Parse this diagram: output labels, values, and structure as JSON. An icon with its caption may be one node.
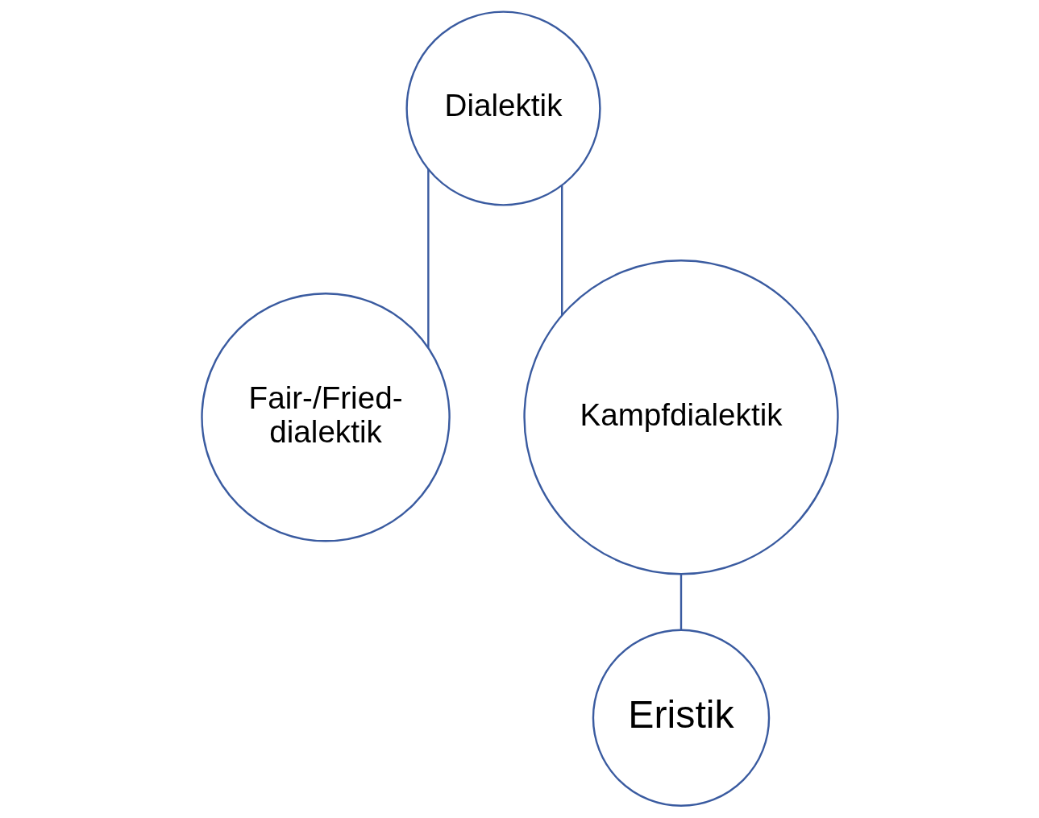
{
  "diagram": {
    "nodes": [
      {
        "text": [
          "Dialektik"
        ]
      },
      {
        "text": [
          "Fair-/Fried- dialektik"
        ]
      },
      {
        "text": [
          "Kampfdialektik"
        ]
      },
      {
        "text": [
          "Eristik"
        ]
      }
    ],
    "edges": [
      {
        "from": 0,
        "to": 1,
        "arrow": "none"
      },
      {
        "from": 0,
        "to": 2,
        "arrow": "none"
      },
      {
        "from": 2,
        "to": 3,
        "arrow": "none"
      }
    ]
  }
}
